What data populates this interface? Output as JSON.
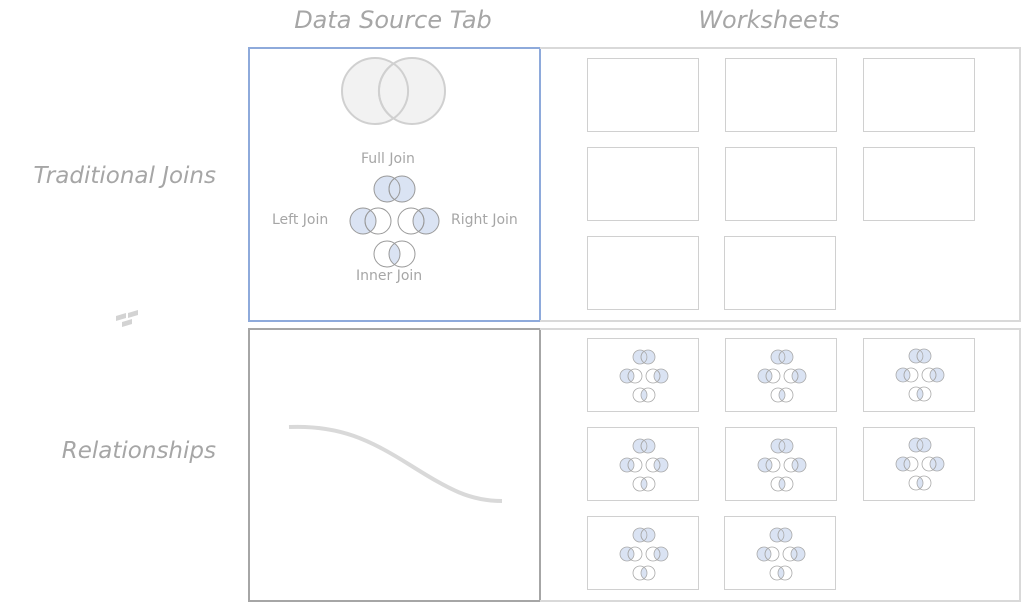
{
  "columns": {
    "data_source": "Data Source Tab",
    "worksheets": "Worksheets"
  },
  "rows": {
    "traditional": "Traditional Joins",
    "relationships": "Relationships"
  },
  "joins": {
    "full": "Full Join",
    "left": "Left Join",
    "right": "Right Join",
    "inner": "Inner Join"
  },
  "worksheets": {
    "traditional_count": 8,
    "relationships_count": 8,
    "traditional_thumbnail": "blank",
    "relationships_thumbnail": "join-venn-diagrams"
  },
  "icons": {
    "big_venn": "venn-diagram-icon",
    "relationship_curve": "noodle-curve-icon",
    "divider_mark": "squiggle-icon"
  },
  "colors": {
    "active_border": "#8eaadb",
    "relationship_border": "#a6a6a6",
    "panel_border": "#d9d9d9",
    "venn_fill": "#dae3f3",
    "label_text": "#a6a6a6"
  }
}
